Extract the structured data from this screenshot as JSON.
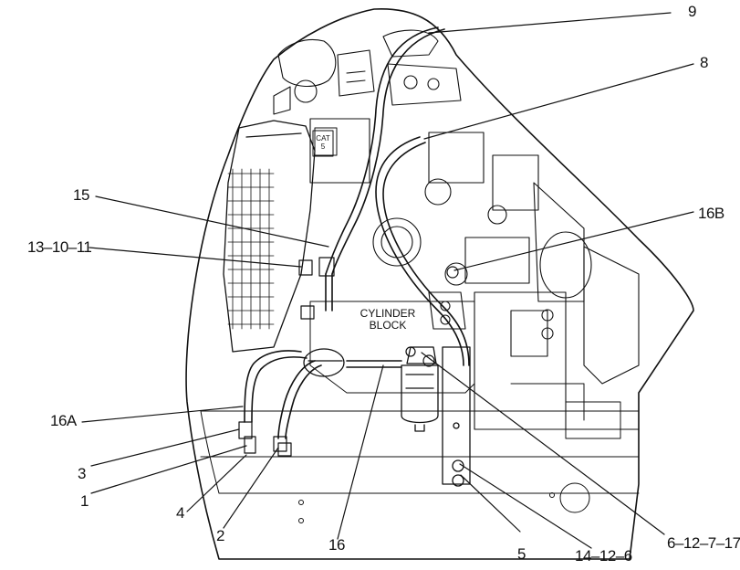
{
  "callouts": {
    "c9": "9",
    "c8": "8",
    "c15": "15",
    "c16b": "16B",
    "c13_10_11": "13–10–11",
    "c16a": "16A",
    "c3": "3",
    "c1": "1",
    "c4": "4",
    "c2": "2",
    "c16": "16",
    "c5": "5",
    "c14_12_6": "14–12–6",
    "c6_12_7_17": "6–12–7–17"
  },
  "engine_text": {
    "line1": "CYLINDER",
    "line2": "BLOCK",
    "decal_line1": "CAT",
    "decal_line2": "5"
  }
}
